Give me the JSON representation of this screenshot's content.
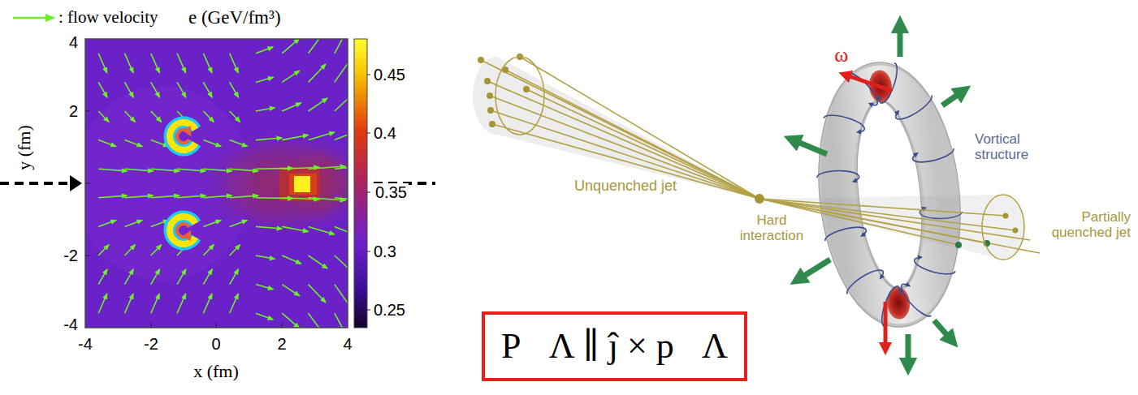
{
  "diagram": {
    "nodes": [
      {
        "text": [
          "P⃗Λ ∥ ĵ × p⃗Λ"
        ]
      }
    ],
    "labels": [
      "e (GeV/fm³)",
      "0.45",
      "0.4",
      "0.35",
      "0.3",
      "0.25",
      "-4",
      "-2",
      "0",
      "2",
      "4",
      "4",
      "2",
      "-2",
      "-4",
      "x (fm)",
      "y (fm)",
      "ω⃗",
      "Unquenched jet",
      "Hard interaction",
      "Vortical structure",
      "Partially quenched jet"
    ],
    "legend": [
      {
        "text": ": flow velocity"
      }
    ]
  }
}
